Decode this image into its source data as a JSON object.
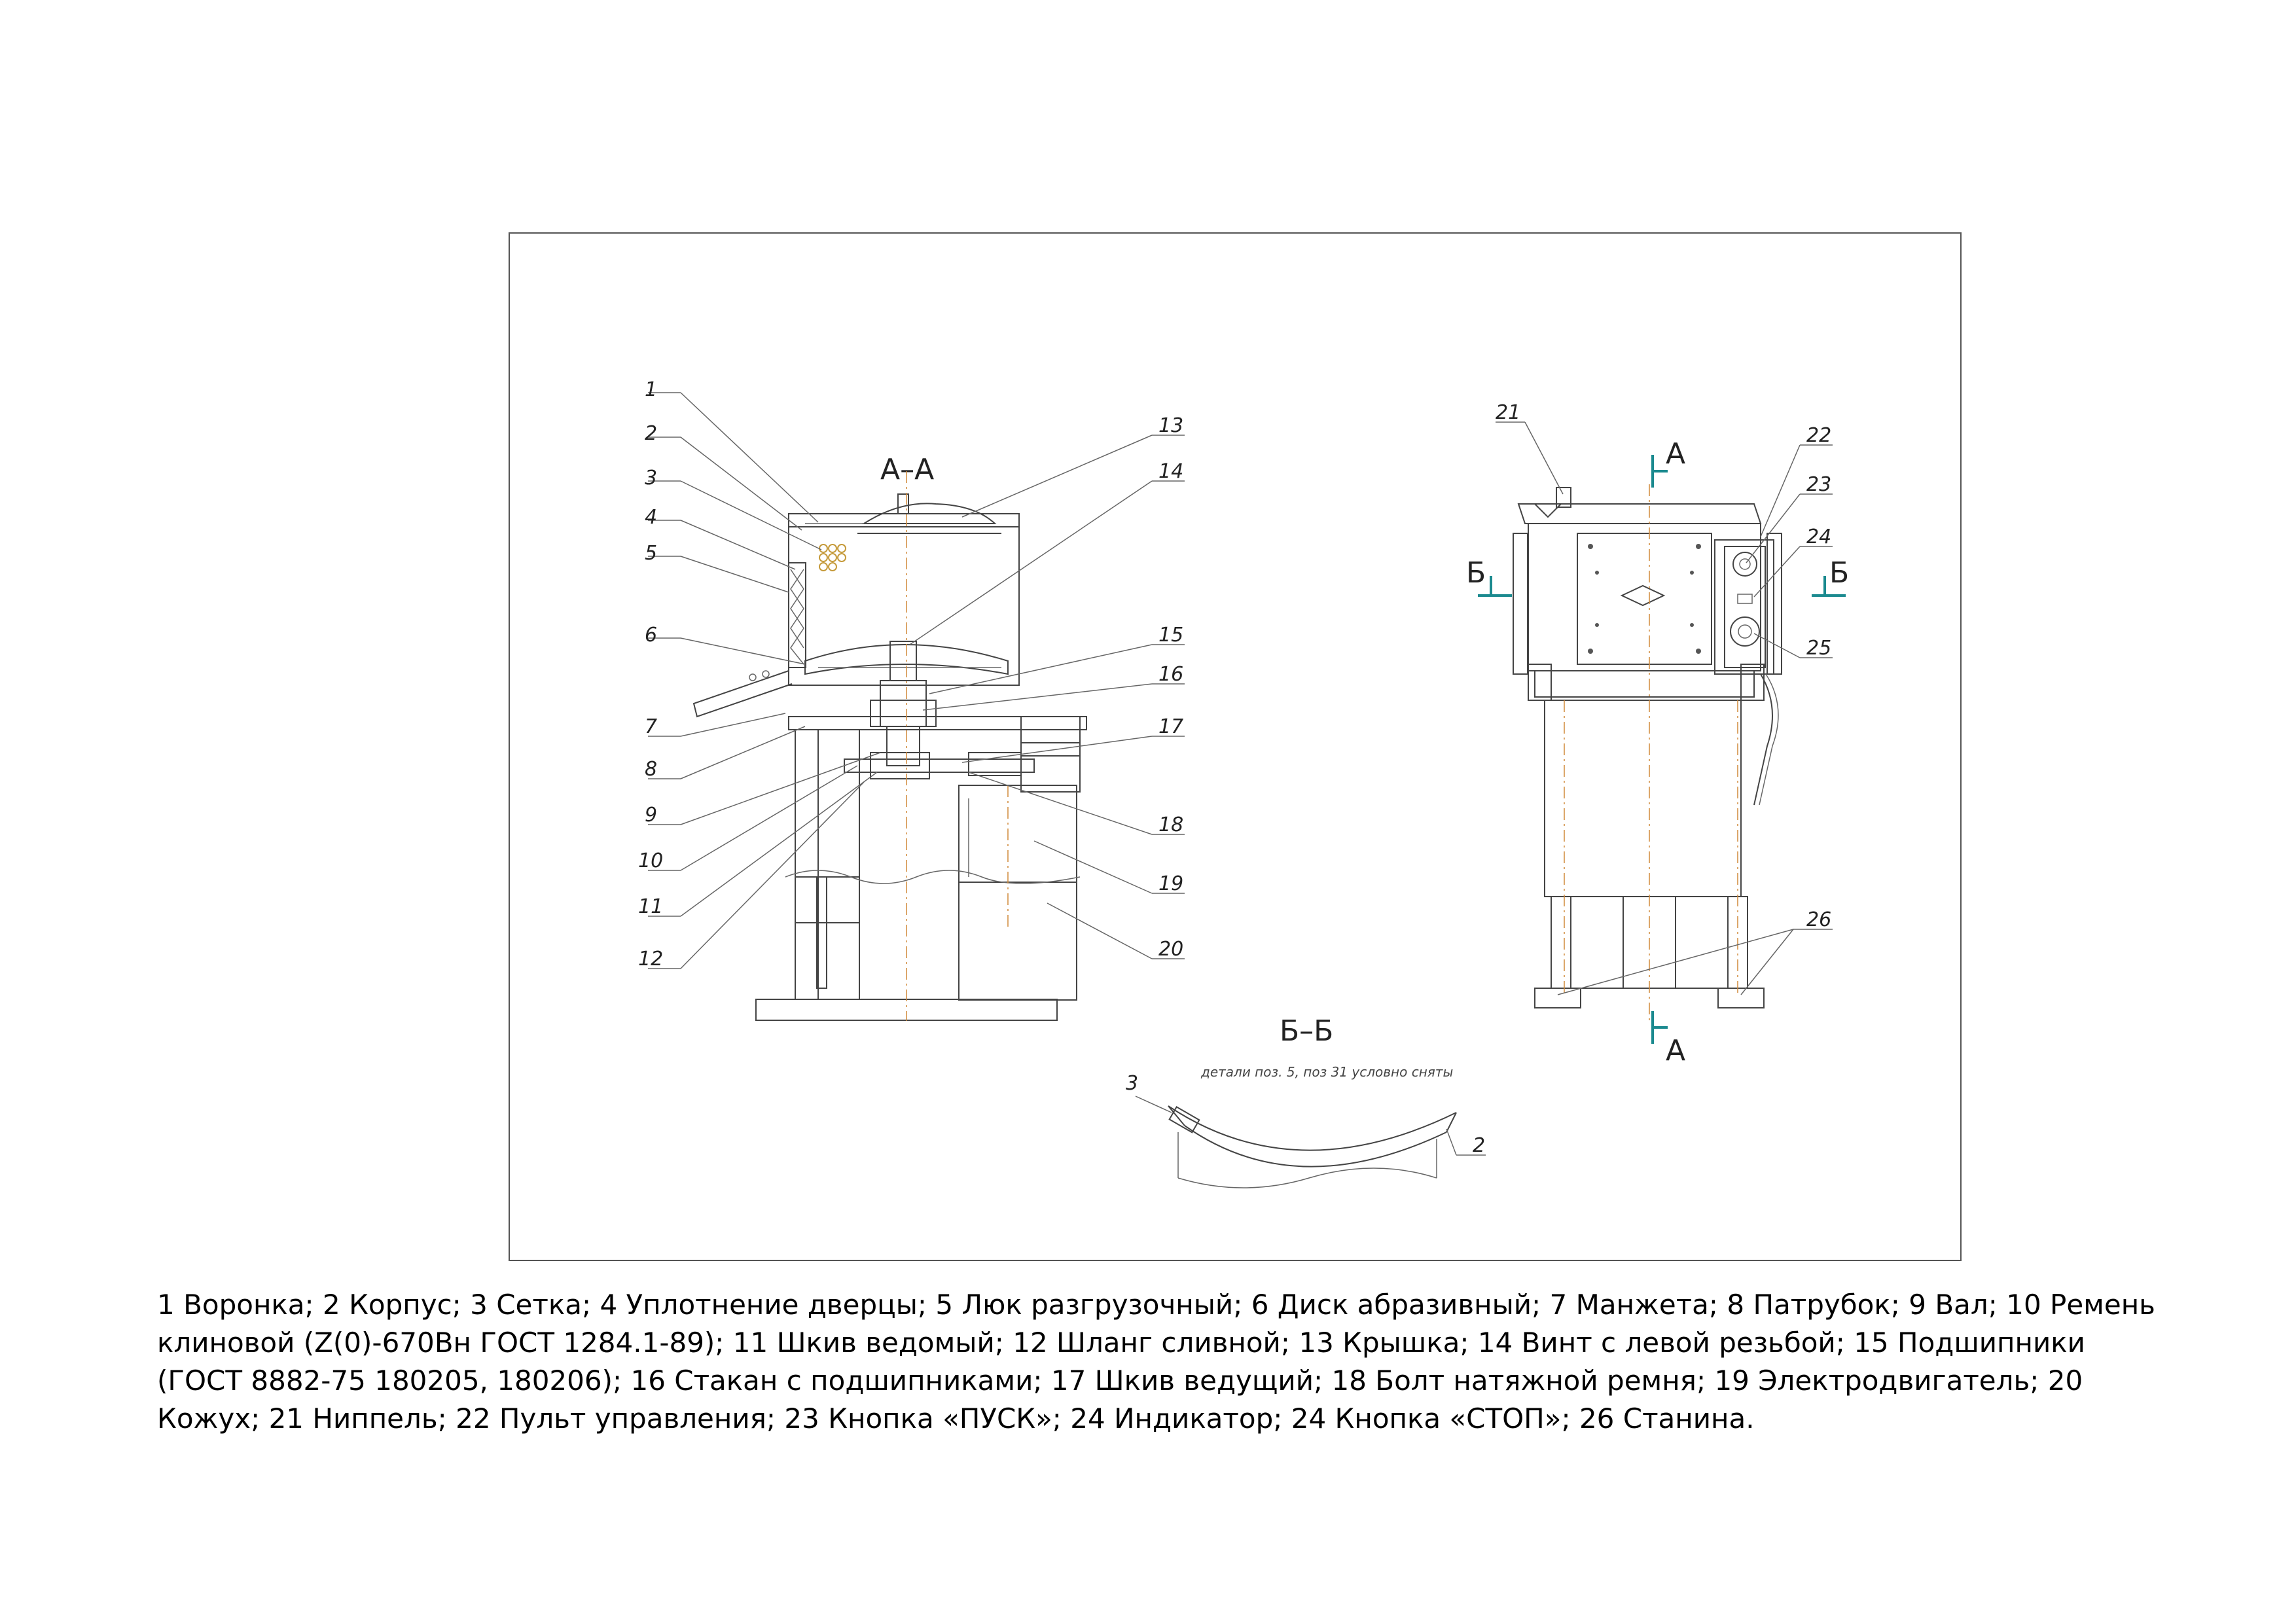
{
  "drawing": {
    "section_aa": "А–А",
    "section_bb": "Б–Б",
    "section_bb_note": "детали поз. 5, поз 31 условно сняты",
    "cut_a": "А",
    "cut_b": "Б",
    "callouts": [
      "1",
      "2",
      "3",
      "4",
      "5",
      "6",
      "7",
      "8",
      "9",
      "10",
      "11",
      "12",
      "13",
      "14",
      "15",
      "16",
      "17",
      "18",
      "19",
      "20",
      "21",
      "22",
      "23",
      "24",
      "25",
      "26"
    ]
  },
  "caption": "1 Воронка; 2 Корпус; 3 Сетка; 4 Уплотнение дверцы; 5 Люк разгрузочный; 6 Диск абразивный; 7 Манжета; 8 Патрубок; 9 Вал; 10 Ремень клиновой (Z(0)-670Вн ГОСТ 1284.1-89); 11 Шкив ведомый; 12 Шланг сливной; 13 Крышка; 14 Винт с левой резьбой; 15 Подшипники (ГОСТ 8882-75 180205, 180206); 16 Стакан с подшипниками; 17 Шкив ведущий; 18 Болт натяжной ремня; 19 Электродвигатель; 20 Кожух; 21 Ниппель; 22 Пульт управления; 23 Кнопка «ПУСК»; 24 Индикатор; 24 Кнопка «СТОП»; 26 Станина."
}
